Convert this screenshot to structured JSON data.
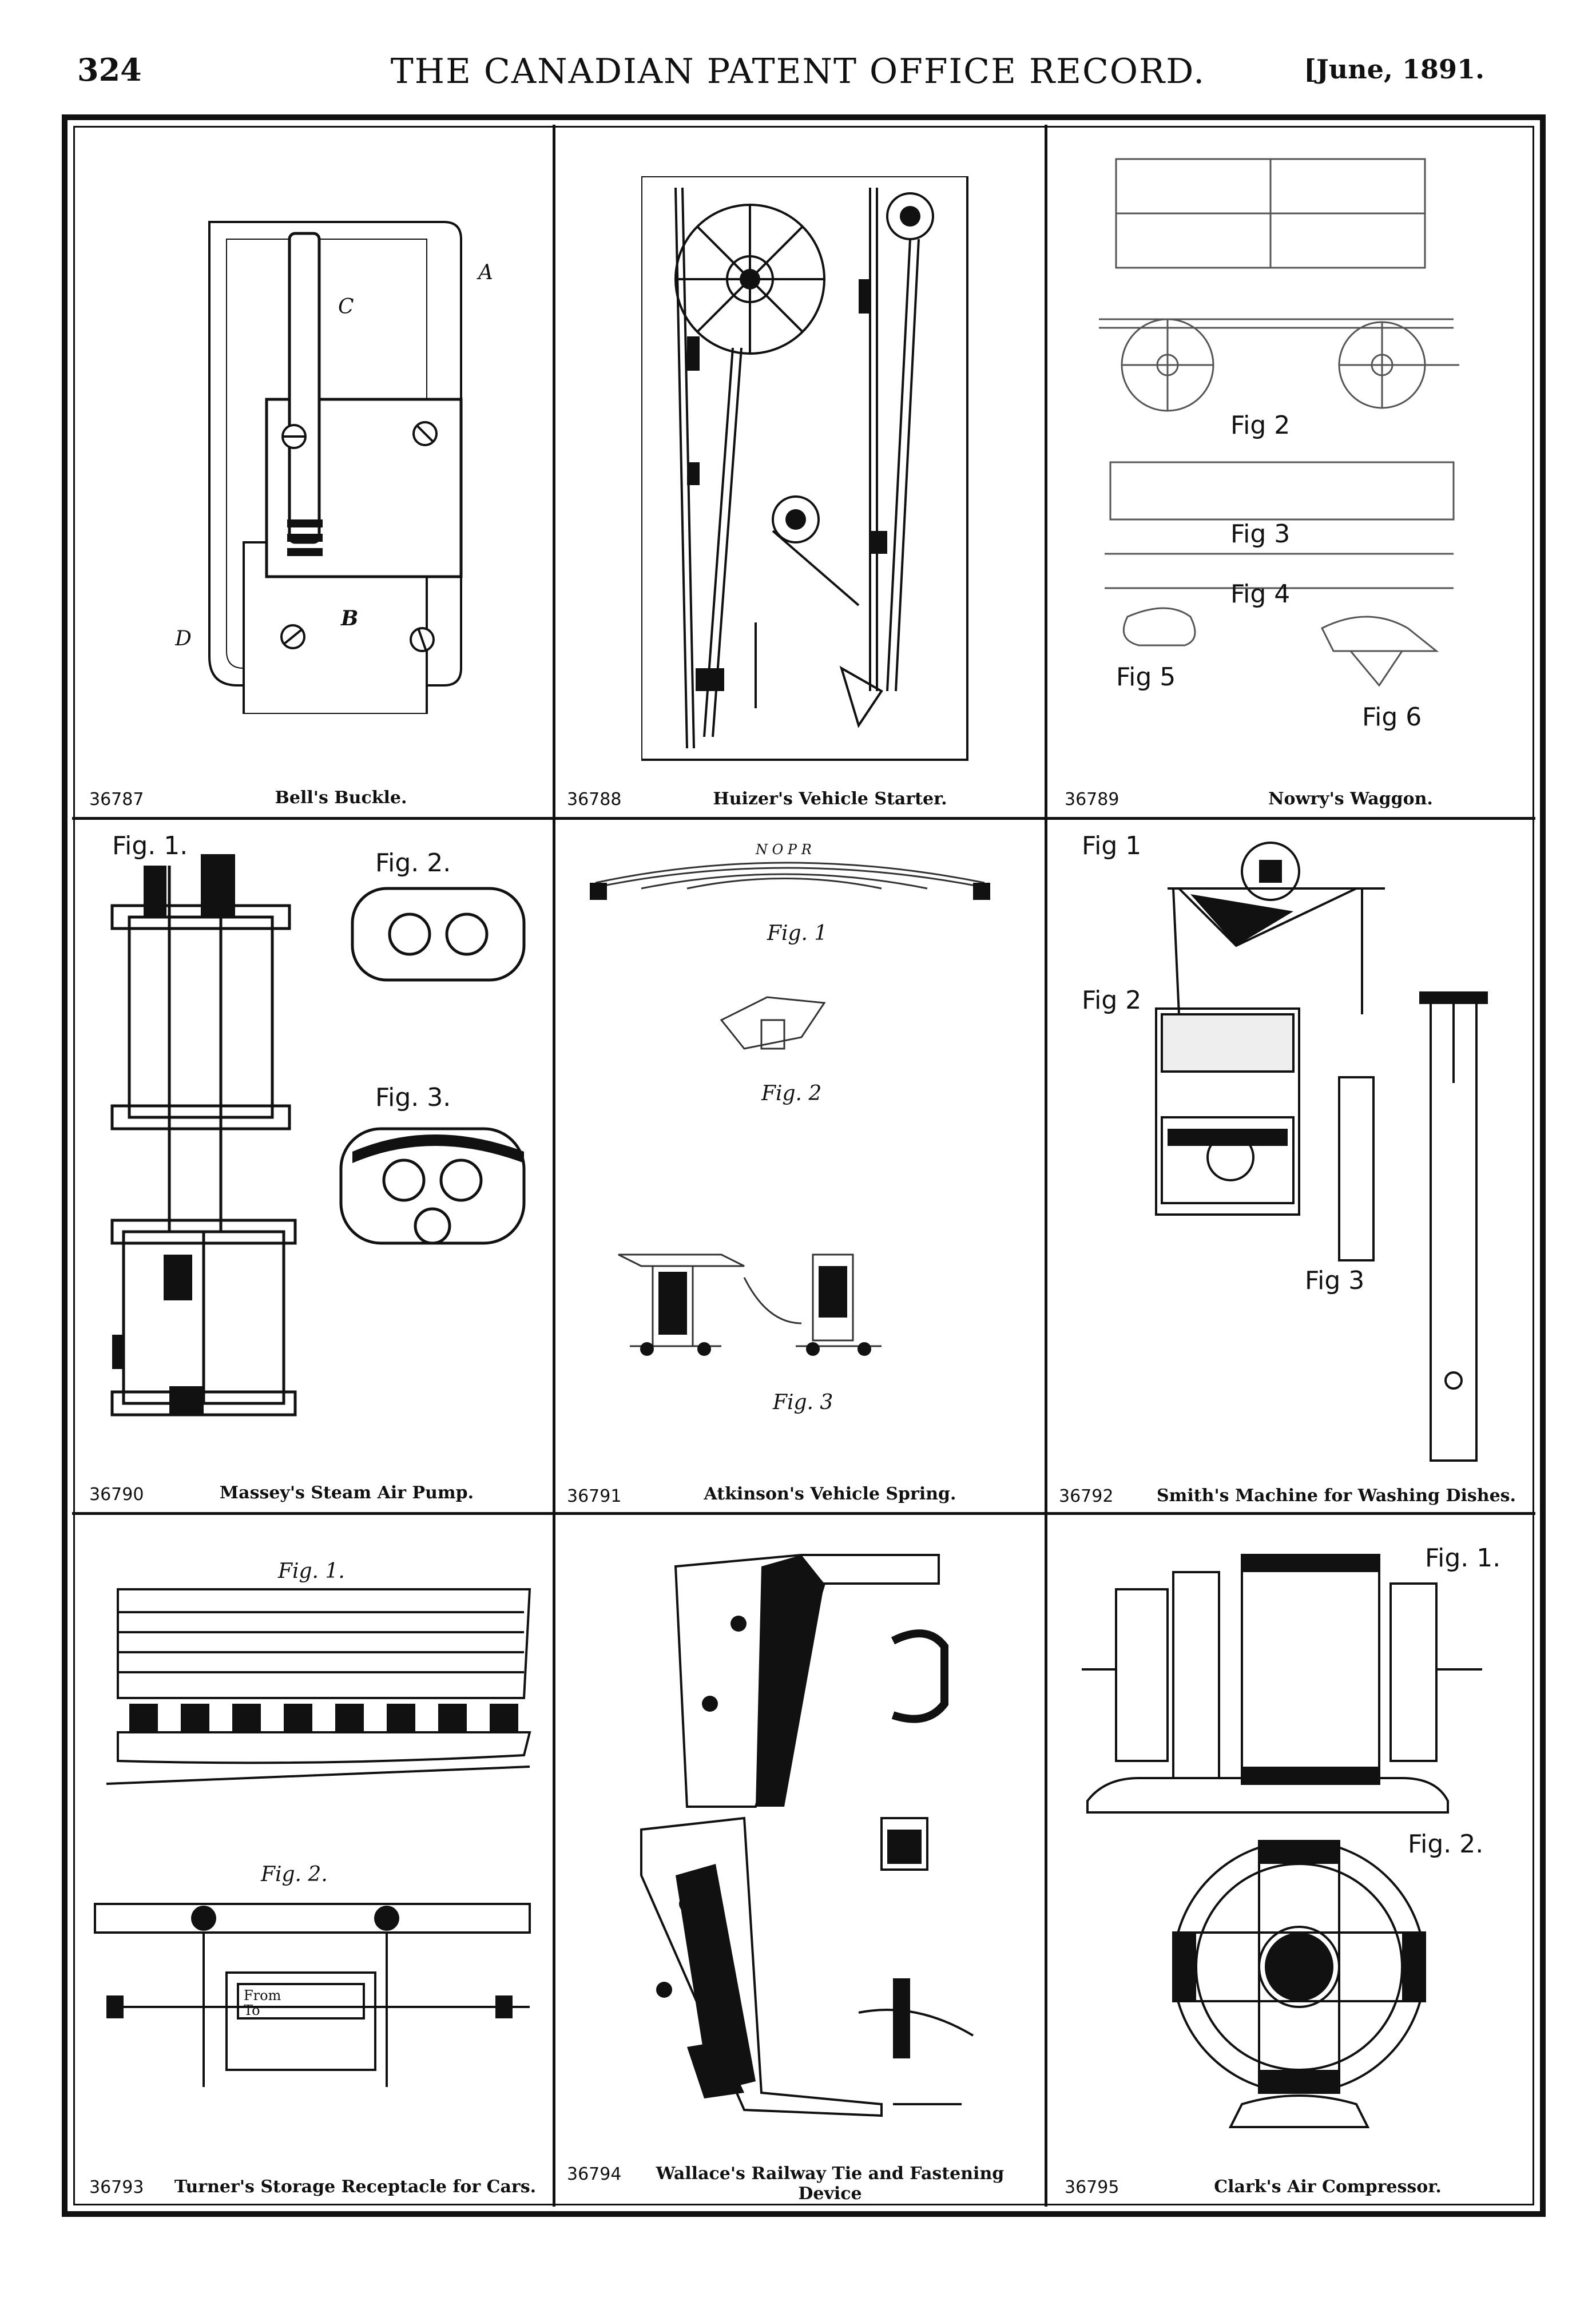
{
  "header": {
    "page_number": "324",
    "title": "THE CANADIAN PATENT OFFICE RECORD.",
    "date": "[June, 1891."
  },
  "patents": [
    {
      "number": "36787",
      "title": "Bell's Buckle.",
      "labels": {
        "c": "C",
        "a": "A",
        "b": "B",
        "d": "D"
      }
    },
    {
      "number": "36788",
      "title": "Huizer's Vehicle Starter."
    },
    {
      "number": "36789",
      "title": "Nowry's Waggon.",
      "figs": {
        "f2": "Fig 2",
        "f3": "Fig 3",
        "f4": "Fig 4",
        "f5": "Fig 5",
        "f6": "Fig 6"
      }
    },
    {
      "number": "36790",
      "title": "Massey's Steam Air Pump.",
      "figs": {
        "f1": "Fig. 1.",
        "f2": "Fig. 2.",
        "f3": "Fig. 3."
      }
    },
    {
      "number": "36791",
      "title": "Atkinson's Vehicle Spring.",
      "figs": {
        "f1": "Fig. 1",
        "f2": "Fig. 2",
        "f3": "Fig. 3"
      },
      "letters": "N O P R"
    },
    {
      "number": "36792",
      "title": "Smith's Machine for Washing Dishes.",
      "figs": {
        "f1": "Fig 1",
        "f2": "Fig 2",
        "f3": "Fig 3"
      }
    },
    {
      "number": "36793",
      "title": "Turner's Storage Receptacle for Cars.",
      "figs": {
        "f1": "Fig. 1.",
        "f2": "Fig. 2."
      },
      "plate": {
        "from": "From",
        "to": "To"
      }
    },
    {
      "number": "36794",
      "title": "Wallace's Railway Tie and Fastening Device",
      "title_line1": "Wallace's Railway Tie and Fastening",
      "title_line2": "Device"
    },
    {
      "number": "36795",
      "title": "Clark's Air Compressor.",
      "figs": {
        "f1": "Fig. 1.",
        "f2": "Fig. 2."
      }
    }
  ]
}
